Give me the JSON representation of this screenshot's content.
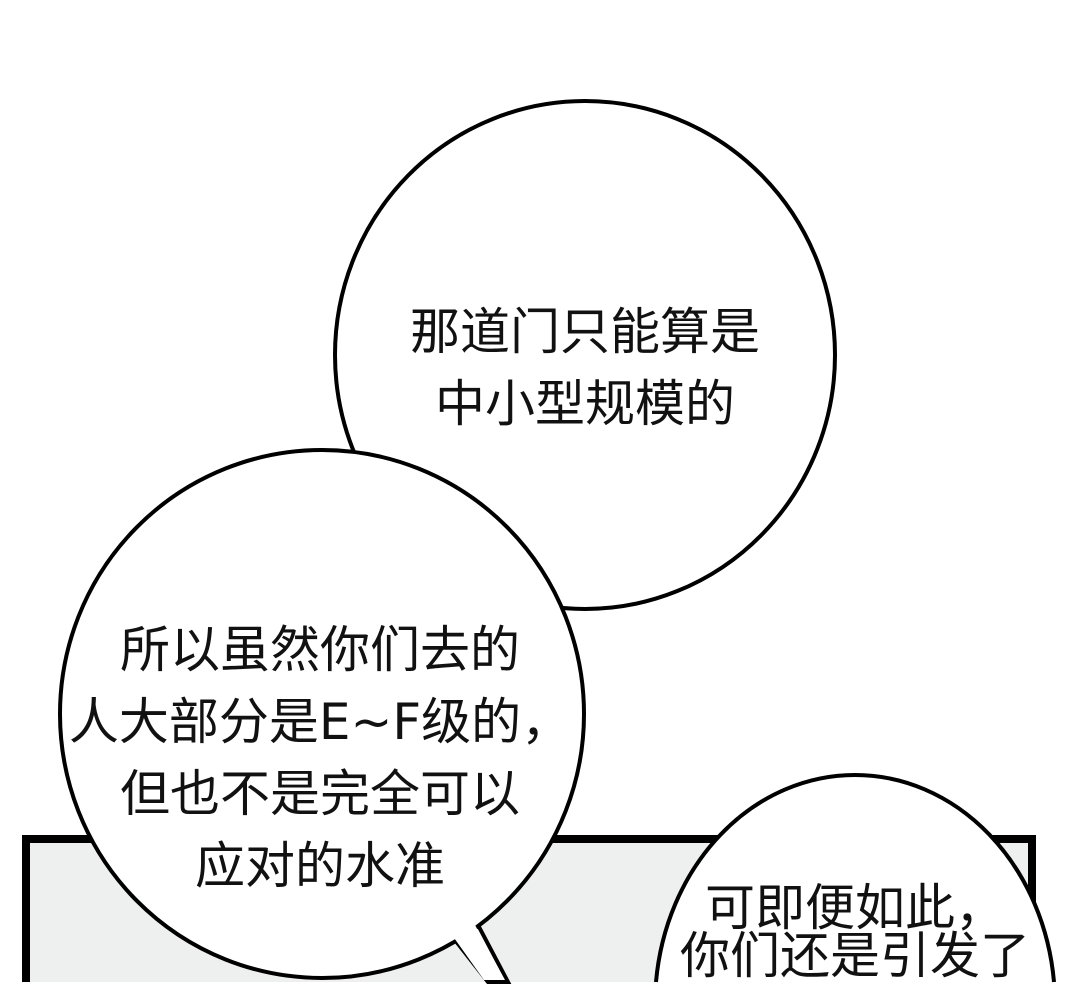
{
  "bubbles": {
    "top": {
      "lines": [
        "那道门只能算是",
        "中小型规模的"
      ]
    },
    "left": {
      "lines": [
        "所以虽然你们去的",
        "人大部分是E~F级的，",
        "但也不是完全可以",
        "应对的水准"
      ]
    },
    "right": {
      "lines": [
        "可即便如此，",
        "你们还是引发了"
      ]
    }
  },
  "colors": {
    "panel_fill": "#eef0f0",
    "ink": "#000000",
    "bubble": "#ffffff"
  }
}
